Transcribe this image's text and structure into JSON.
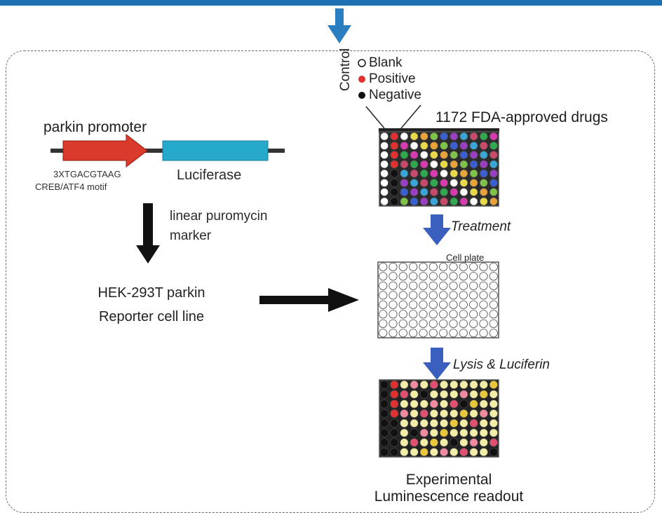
{
  "construct": {
    "promoter_label": "parkin promoter",
    "motif_sequence": "3XTGACGTAAG",
    "motif_name": "CREB/ATF4 motif",
    "reporter_label": "Luciferase"
  },
  "selection": {
    "marker_line1": "linear puromycin",
    "marker_line2": "marker"
  },
  "cell_line": {
    "line1": "HEK-293T parkin",
    "line2": "Reporter cell line"
  },
  "controls": {
    "group_label": "Control",
    "blank": "Blank",
    "positive": "Positive",
    "negative": "Negative"
  },
  "drug_library": {
    "label": "1172 FDA-approved drugs"
  },
  "steps": {
    "treatment": "Treatment",
    "cell_plate": "Cell plate",
    "lysis": "Lysis & Luciferin"
  },
  "readout": {
    "line1": "Experimental",
    "line2": "Luminescence readout"
  },
  "colors": {
    "top_bar": "#1f6fb3",
    "top_arrow": "#2b7fc1",
    "step_arrow": "#3b5fbf",
    "promoter": "#d93a2b",
    "luciferase": "#27a9cc",
    "positive": "#e03030",
    "negative": "#111111",
    "blank": "#ffffff"
  }
}
